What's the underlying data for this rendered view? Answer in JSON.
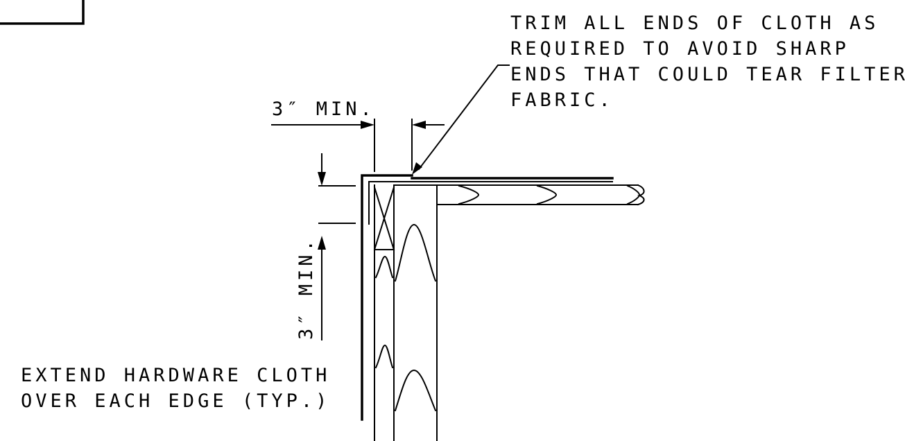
{
  "notes": {
    "trim_line1": "TRIM ALL ENDS OF CLOTH AS",
    "trim_line2": "REQUIRED TO AVOID SHARP",
    "trim_line3": "ENDS THAT COULD TEAR FILTER",
    "trim_line4": "FABRIC.",
    "extend_line1": "EXTEND HARDWARE CLOTH",
    "extend_line2": "OVER EACH EDGE (TYP.)"
  },
  "dimensions": {
    "horizontal_min": "3″ MIN.",
    "vertical_min": "3″ MIN."
  },
  "colors": {
    "line": "#000000",
    "background": "#ffffff"
  }
}
